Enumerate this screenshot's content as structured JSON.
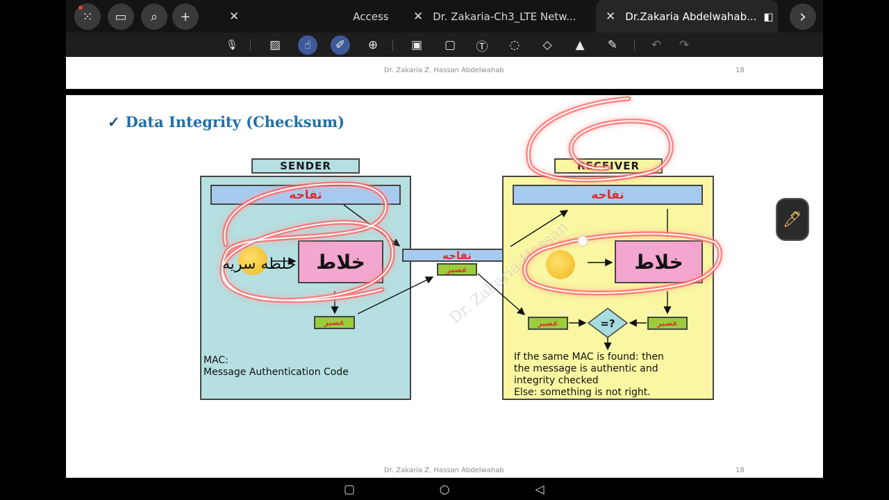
{
  "tabs": [
    {
      "label": "Access"
    },
    {
      "label": "Dr. Zakaria-Ch3_LTE Netw..."
    },
    {
      "label": "Dr.Zakaria Abdelwahab..."
    }
  ],
  "icons": {
    "tab_close": "✕",
    "apps": "⁙",
    "sidebar": "▭",
    "search": "⌕",
    "add": "+",
    "next": "›",
    "split": "◧"
  },
  "toolbar_icons": {
    "mic": "🎙",
    "hatch": "▨",
    "touch": "☝",
    "eraser_pen": "✐",
    "zoom": "⊕",
    "image": "▣",
    "shape": "▢",
    "text": "Ⓣ",
    "lasso": "◌",
    "eraser": "◇",
    "highlighter": "▲",
    "pen": "✎",
    "undo": "↶",
    "redo": "↷"
  },
  "pages": {
    "footer_name": "Dr. Zakaria Z. Hassan Abdelwahab",
    "footer_num": "18"
  },
  "slide": {
    "check": "✓",
    "title": "Data Integrity (Checksum)",
    "sender_label": "SENDER",
    "receiver_label": "RECEIVER",
    "arabic_apple": "تفاحه",
    "arabic_mixer": "خلاط",
    "arabic_juice": "عصير",
    "handwriting": "خلطه سريه",
    "question": "=?",
    "mac_line1": "MAC:",
    "mac_line2": "Message Authentication Code",
    "recv_line1": "If the same MAC is found: then",
    "recv_line2": "the message is authentic and",
    "recv_line3": "integrity checked",
    "recv_line4": "Else: something is not right.",
    "watermark": "Dr. Zakaria Hassan"
  },
  "side_tool_icon": "🖊",
  "nav_icons": {
    "recent": "▢",
    "home": "○",
    "back": "◁"
  },
  "colors": {
    "sender_bg": "#b5dfe0",
    "receiver_bg": "#f9f7a2",
    "message_bar": "#a7cbef",
    "mixer_box": "#f3a6cf",
    "juice_box": "#9bcd3b",
    "ink_red": "#ff2a2a",
    "title_blue": "#1f6fa8"
  }
}
